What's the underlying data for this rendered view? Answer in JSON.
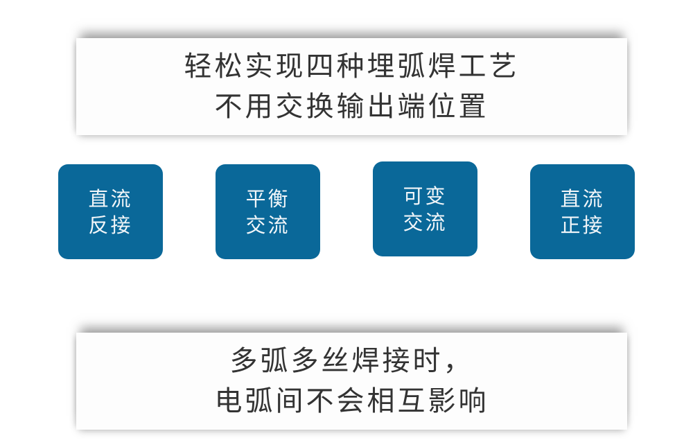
{
  "top_panel": {
    "lines": [
      "轻松实现四种埋弧焊工艺",
      "不用交换输出端位置"
    ]
  },
  "modes": [
    {
      "line1": "直流",
      "line2": "反接"
    },
    {
      "line1": "平衡",
      "line2": "交流"
    },
    {
      "line1": "可变",
      "line2": "交流"
    },
    {
      "line1": "直流",
      "line2": "正接"
    }
  ],
  "bottom_panel": {
    "lines": [
      "多弧多丝焊接时，",
      "电弧间不会相互影响"
    ]
  },
  "colors": {
    "tile": "#0a6899",
    "panel_text": "#333333",
    "tile_text": "#f2f6f9"
  }
}
